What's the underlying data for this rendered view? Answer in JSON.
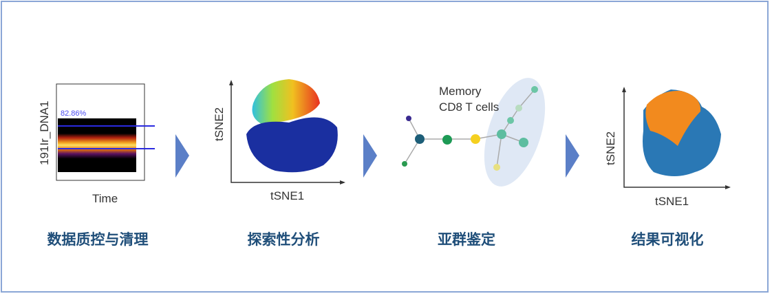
{
  "steps": [
    {
      "label": "数据质控与清理"
    },
    {
      "label": "探索性分析"
    },
    {
      "label": "亚群鉴定"
    },
    {
      "label": "结果可视化"
    }
  ],
  "qc_plot": {
    "ylabel": "191Ir_DNA1",
    "xlabel": "Time",
    "gate_percent": "82.86%"
  },
  "tsne_explore": {
    "xlabel": "tSNE1",
    "ylabel": "tSNE2"
  },
  "network": {
    "annotation_line1": "Memory",
    "annotation_line2": "CD8 T cells"
  },
  "tsne_result": {
    "xlabel": "tSNE1",
    "ylabel": "tSNE2"
  },
  "colors": {
    "arrow": "#5b7fc7",
    "label": "#1f4e79",
    "orange": "#f28a1e",
    "blue": "#2a78b5"
  }
}
